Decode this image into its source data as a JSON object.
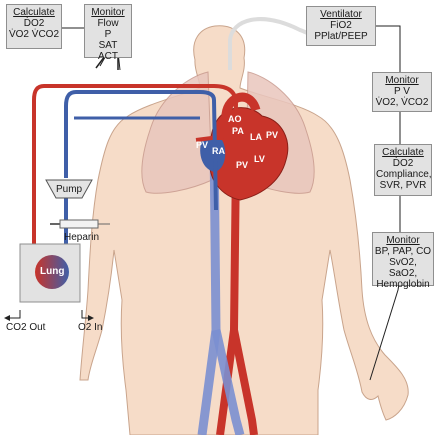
{
  "boxes": {
    "calc_left": {
      "title": "Calculate",
      "lines": [
        "ḊO2",
        "V̇O2  V̇CO2"
      ]
    },
    "monitor_left": {
      "title": "Monitor",
      "lines": [
        "Flow",
        "P",
        "SAT",
        "ACT"
      ]
    },
    "ventilator": {
      "title": "Ventilator",
      "lines": [
        "FiO2",
        "PPlat/PEEP"
      ]
    },
    "monitor_r1": {
      "title": "Monitor",
      "lines": [
        "P V",
        "V̇O2,  V̇CO2"
      ]
    },
    "calc_right": {
      "title": "Calculate",
      "lines": [
        "ḊO2",
        "Compliance,",
        "SVR, PVR"
      ]
    },
    "monitor_r2": {
      "title": "Monitor",
      "lines": [
        "BP, PAP, CO",
        "SvO2, SaO2,",
        "Hemoglobin"
      ]
    }
  },
  "labels": {
    "pump": "Pump",
    "heparin": "Heparin",
    "lung": "Lung",
    "co2_out": "CO2 Out",
    "o2_in": "O2 In",
    "ao": "AO",
    "pa": "PA",
    "la": "LA",
    "ra": "RA",
    "lv": "LV",
    "pv_left": "PV",
    "pv_right": "PV",
    "pv_center": "PV"
  },
  "colors": {
    "arterial": "#c8342a",
    "venous": "#3f5fa8",
    "skin": "#f6dcc8",
    "skin_line": "#c9a48c",
    "lung_fill": "#e9c6bd",
    "box_fill": "#e2e2e2"
  }
}
